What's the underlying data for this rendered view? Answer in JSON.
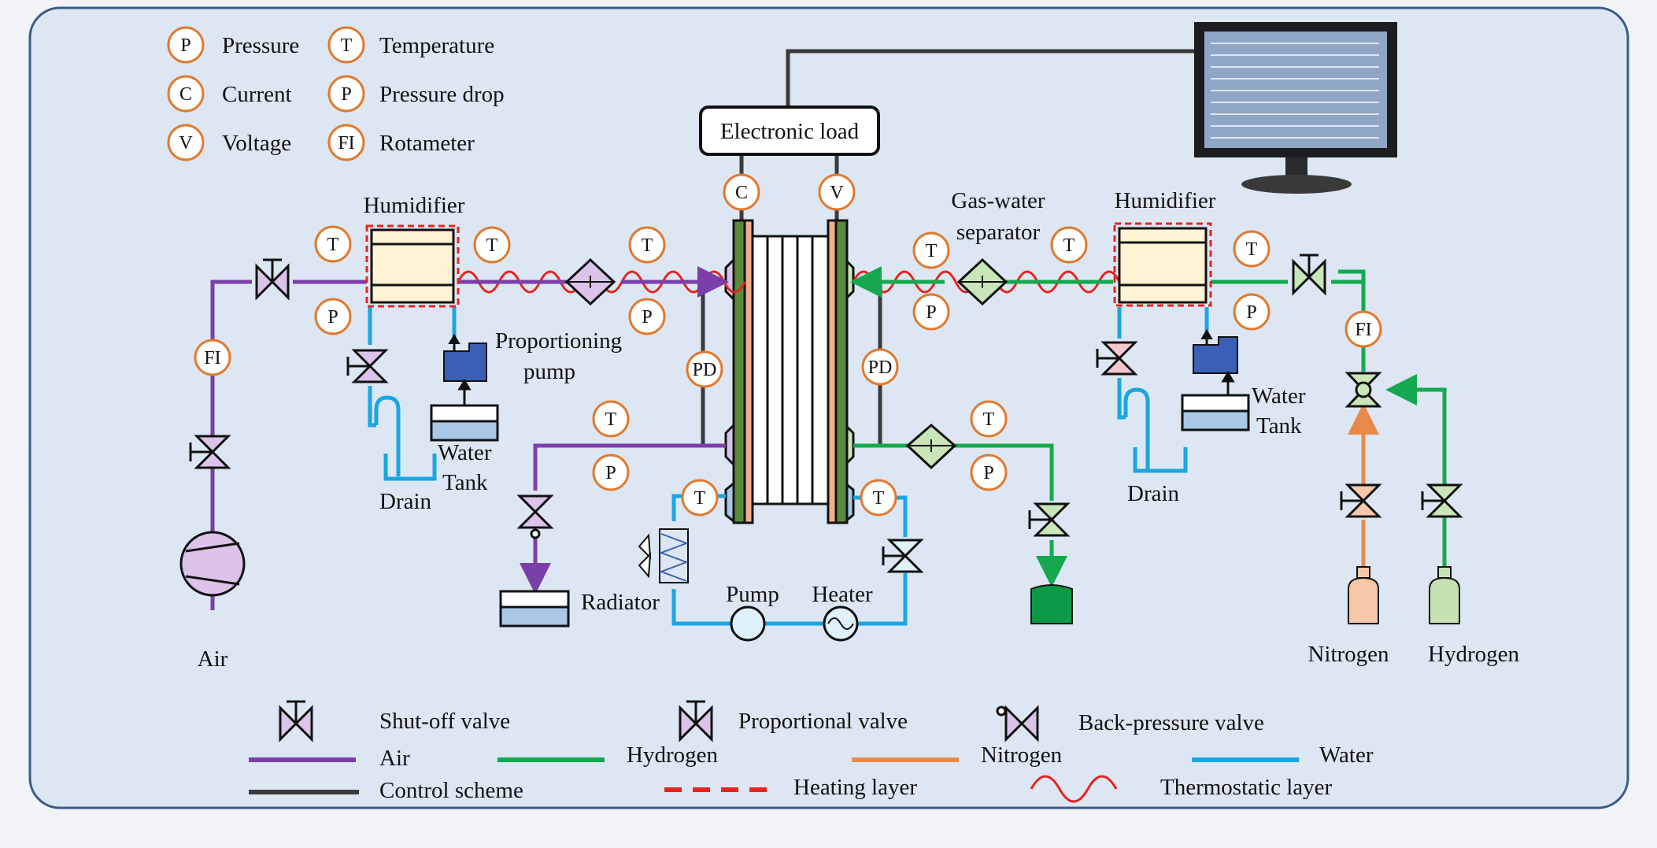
{
  "legend_top": [
    {
      "symbol": "P",
      "label": "Pressure"
    },
    {
      "symbol": "C",
      "label": "Current"
    },
    {
      "symbol": "V",
      "label": "Voltage"
    },
    {
      "symbol": "T",
      "label": "Temperature"
    },
    {
      "symbol": "P",
      "label": "Pressure drop"
    },
    {
      "symbol": "FI",
      "label": "Rotameter"
    }
  ],
  "components": {
    "electronic_load": "Electronic load",
    "humidifier_left": "Humidifier",
    "humidifier_right": "Humidifier",
    "gas_water_separator_1": "Gas-water",
    "gas_water_separator_2": "separator",
    "proportioning_pump_1": "Proportioning",
    "proportioning_pump_2": "pump",
    "water_tank_left_1": "Water",
    "water_tank_left_2": "Tank",
    "water_tank_right_1": "Water",
    "water_tank_right_2": "Tank",
    "drain_left": "Drain",
    "drain_right": "Drain",
    "radiator": "Radiator",
    "pump": "Pump",
    "heater": "Heater",
    "air": "Air",
    "nitrogen": "Nitrogen",
    "hydrogen": "Hydrogen"
  },
  "sensor_symbols": {
    "temperature": "T",
    "pressure": "P",
    "current": "C",
    "voltage": "V",
    "rotameter": "FI",
    "pressure_drop": "PD"
  },
  "legend_bottom": {
    "shutoff_valve": "Shut-off valve",
    "proportional_valve": "Proportional valve",
    "back_pressure_valve": "Back-pressure valve",
    "air": "Air",
    "hydrogen": "Hydrogen",
    "nitrogen": "Nitrogen",
    "water": "Water",
    "control_scheme": "Control scheme",
    "heating_layer": "Heating layer",
    "thermostatic_layer": "Thermostatic layer"
  },
  "colors": {
    "air": "#7b3fa8",
    "hydrogen": "#15a84f",
    "nitrogen": "#e8894a",
    "water": "#1aa6e0",
    "control": "#3a3a3a",
    "heating": "#e8231e",
    "sensor_ring": "#e07a2e",
    "panel_bg": "#dde7f3",
    "panel_border": "#3a5a8a"
  }
}
